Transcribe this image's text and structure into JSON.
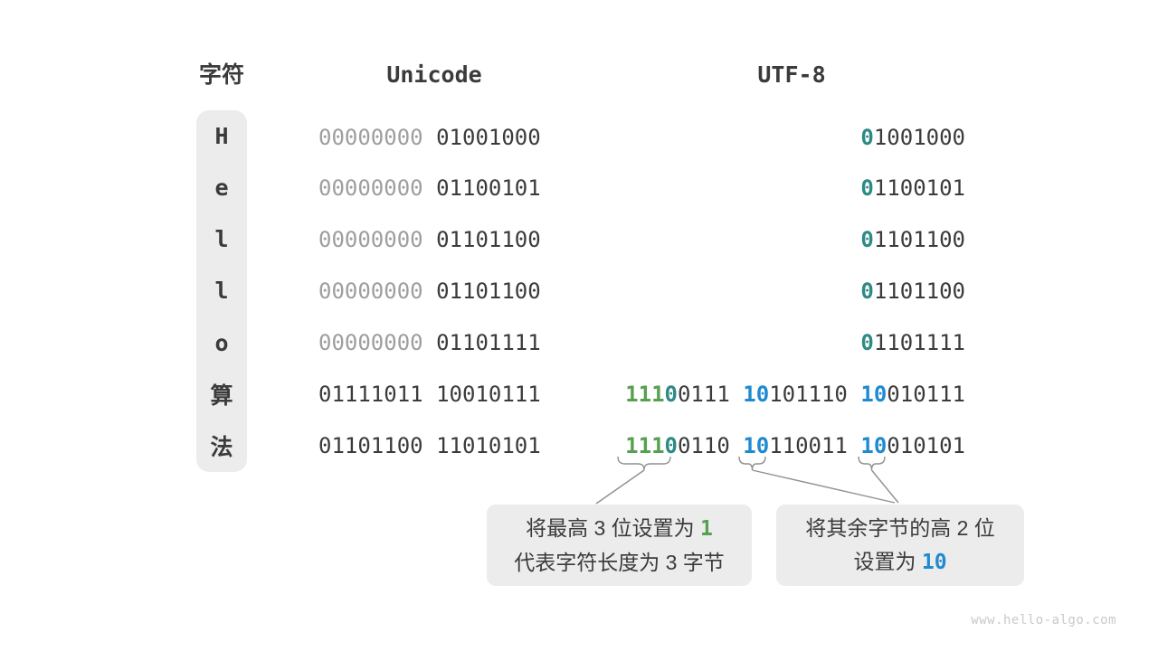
{
  "headers": {
    "char": "字符",
    "unicode": "Unicode",
    "utf8": "UTF-8"
  },
  "colors": {
    "dark": "#3b3b3b",
    "gray": "#9e9e9e",
    "green": "#57a04f",
    "teal": "#2e8a85",
    "blue": "#1f8ad2",
    "box_bg": "#ececec",
    "connector": "#909090",
    "watermark": "#c9c9c9"
  },
  "rows": [
    {
      "char": "H",
      "unicode": [
        {
          "text": "00000000",
          "color": "gray"
        },
        {
          "text": "01001000",
          "color": "dark"
        }
      ],
      "utf8": [
        [
          {
            "text": "0",
            "color": "teal"
          },
          {
            "text": "1001000",
            "color": "dark"
          }
        ]
      ]
    },
    {
      "char": "e",
      "unicode": [
        {
          "text": "00000000",
          "color": "gray"
        },
        {
          "text": "01100101",
          "color": "dark"
        }
      ],
      "utf8": [
        [
          {
            "text": "0",
            "color": "teal"
          },
          {
            "text": "1100101",
            "color": "dark"
          }
        ]
      ]
    },
    {
      "char": "l",
      "unicode": [
        {
          "text": "00000000",
          "color": "gray"
        },
        {
          "text": "01101100",
          "color": "dark"
        }
      ],
      "utf8": [
        [
          {
            "text": "0",
            "color": "teal"
          },
          {
            "text": "1101100",
            "color": "dark"
          }
        ]
      ]
    },
    {
      "char": "l",
      "unicode": [
        {
          "text": "00000000",
          "color": "gray"
        },
        {
          "text": "01101100",
          "color": "dark"
        }
      ],
      "utf8": [
        [
          {
            "text": "0",
            "color": "teal"
          },
          {
            "text": "1101100",
            "color": "dark"
          }
        ]
      ]
    },
    {
      "char": "o",
      "unicode": [
        {
          "text": "00000000",
          "color": "gray"
        },
        {
          "text": "01101111",
          "color": "dark"
        }
      ],
      "utf8": [
        [
          {
            "text": "0",
            "color": "teal"
          },
          {
            "text": "1101111",
            "color": "dark"
          }
        ]
      ]
    },
    {
      "char": "算",
      "unicode": [
        {
          "text": "01111011",
          "color": "dark"
        },
        {
          "text": "10010111",
          "color": "dark"
        }
      ],
      "utf8": [
        [
          {
            "text": "111",
            "color": "green"
          },
          {
            "text": "0",
            "color": "teal"
          },
          {
            "text": "0111",
            "color": "dark"
          }
        ],
        [
          {
            "text": "10",
            "color": "blue"
          },
          {
            "text": "101110",
            "color": "dark"
          }
        ],
        [
          {
            "text": "10",
            "color": "blue"
          },
          {
            "text": "010111",
            "color": "dark"
          }
        ]
      ]
    },
    {
      "char": "法",
      "unicode": [
        {
          "text": "01101100",
          "color": "dark"
        },
        {
          "text": "11010101",
          "color": "dark"
        }
      ],
      "utf8": [
        [
          {
            "text": "111",
            "color": "green"
          },
          {
            "text": "0",
            "color": "teal"
          },
          {
            "text": "0110",
            "color": "dark"
          }
        ],
        [
          {
            "text": "10",
            "color": "blue"
          },
          {
            "text": "110011",
            "color": "dark"
          }
        ],
        [
          {
            "text": "10",
            "color": "blue"
          },
          {
            "text": "010101",
            "color": "dark"
          }
        ]
      ]
    }
  ],
  "callouts": {
    "left": {
      "lines": [
        [
          {
            "text": "将最高 3 位设置为 ",
            "color": "dark"
          },
          {
            "text": "1",
            "color": "green",
            "mono": true
          }
        ],
        [
          {
            "text": "代表字符长度为 3 字节",
            "color": "dark"
          }
        ]
      ]
    },
    "right": {
      "lines": [
        [
          {
            "text": "将其余字节的高 2 位",
            "color": "dark"
          }
        ],
        [
          {
            "text": "设置为 ",
            "color": "dark"
          },
          {
            "text": "10",
            "color": "blue",
            "mono": true
          }
        ]
      ]
    }
  },
  "watermark": "www.hello-algo.com"
}
